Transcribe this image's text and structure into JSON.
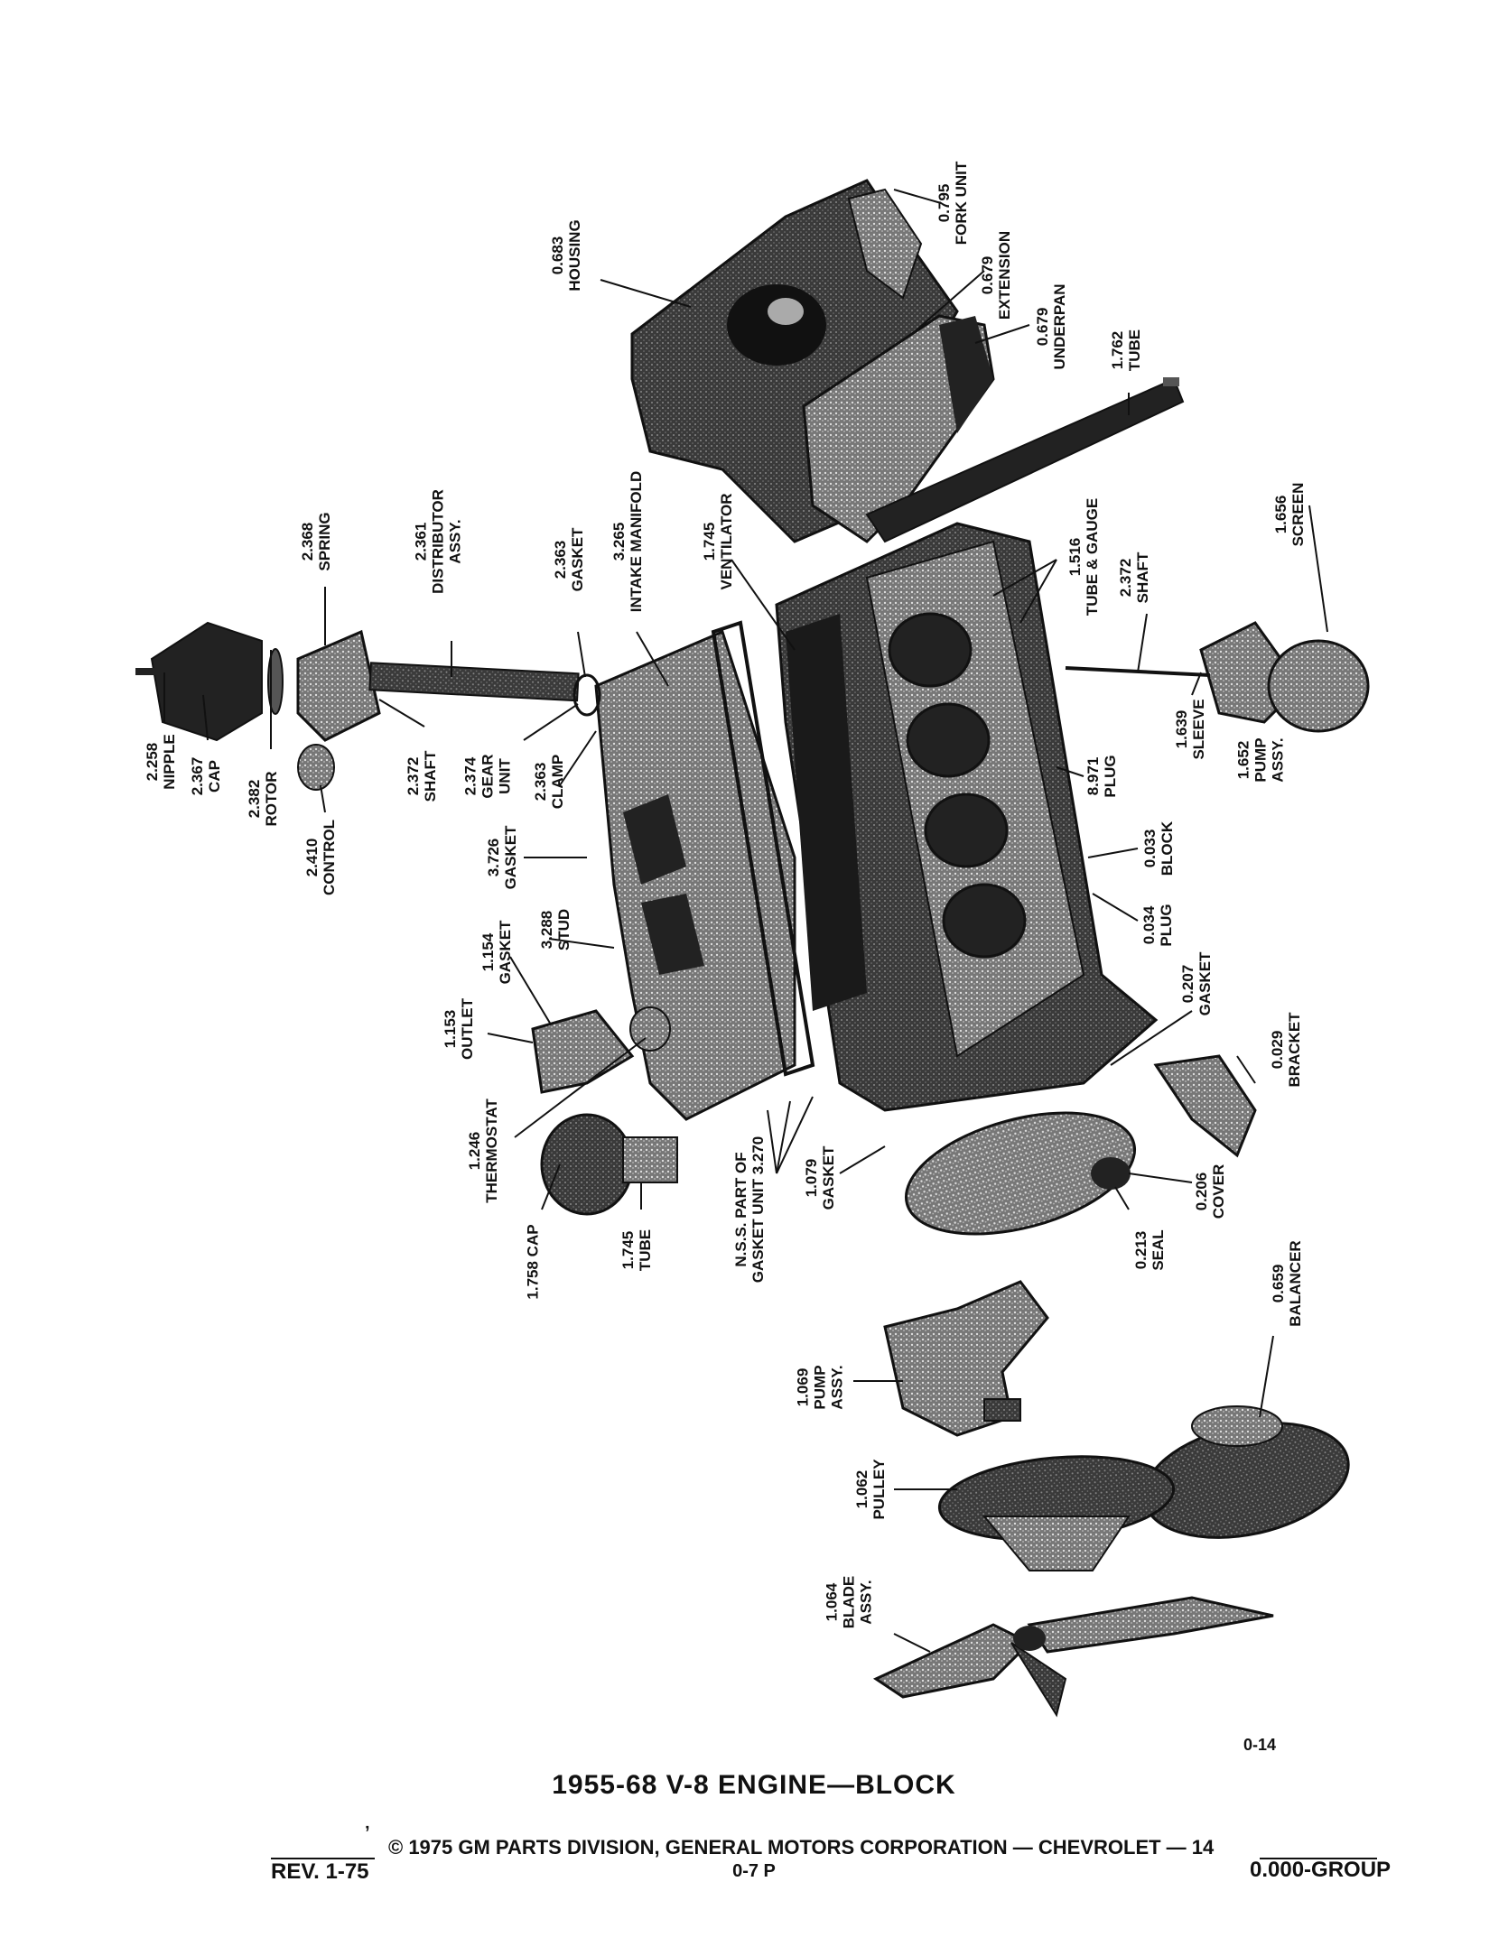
{
  "callouts": [
    {
      "id": "fork-unit",
      "text": "0.795\nFORK UNIT"
    },
    {
      "id": "housing",
      "text": "0.683\nHOUSING"
    },
    {
      "id": "extension",
      "text": "0.679\nEXTENSION"
    },
    {
      "id": "underpan",
      "text": "0.679\nUNDERPAN"
    },
    {
      "id": "tube-1762",
      "text": "1.762\nTUBE"
    },
    {
      "id": "spring",
      "text": "2.368\nSPRING"
    },
    {
      "id": "distributor-assy",
      "text": "2.361\nDISTRIBUTOR\nASSY."
    },
    {
      "id": "gasket-2363",
      "text": "2.363\nGASKET"
    },
    {
      "id": "intake-manifold",
      "text": "3.265\nINTAKE MANIFOLD"
    },
    {
      "id": "ventilator",
      "text": "1.745\nVENTILATOR"
    },
    {
      "id": "tube-gauge",
      "text": "1.516\nTUBE & GAUGE"
    },
    {
      "id": "shaft-2372-right",
      "text": "2.372\nSHAFT"
    },
    {
      "id": "screen",
      "text": "1.656\nSCREEN"
    },
    {
      "id": "nipple",
      "text": "2.258\nNIPPLE"
    },
    {
      "id": "cap-2367",
      "text": "2.367\nCAP"
    },
    {
      "id": "rotor",
      "text": "2.382\nROTOR"
    },
    {
      "id": "control",
      "text": "2.410\nCONTROL"
    },
    {
      "id": "shaft-2372-left",
      "text": "2.372\nSHAFT"
    },
    {
      "id": "gear-unit",
      "text": "2.374\nGEAR\nUNIT"
    },
    {
      "id": "clamp",
      "text": "2.363\nCLAMP"
    },
    {
      "id": "gasket-3726",
      "text": "3.726\nGASKET"
    },
    {
      "id": "stud",
      "text": "3.288\nSTUD"
    },
    {
      "id": "gasket-1154",
      "text": "1.154\nGASKET"
    },
    {
      "id": "outlet",
      "text": "1.153\nOUTLET"
    },
    {
      "id": "thermostat",
      "text": "1.246\nTHERMOSTAT"
    },
    {
      "id": "cap-1758",
      "text": "1.758 CAP"
    },
    {
      "id": "tube-1745",
      "text": "1.745\nTUBE"
    },
    {
      "id": "nss-gasket",
      "text": "N.S.S. PART OF\nGASKET UNIT 3.270"
    },
    {
      "id": "gasket-1079",
      "text": "1.079\nGASKET"
    },
    {
      "id": "plug-8971",
      "text": "8.971\nPLUG"
    },
    {
      "id": "sleeve",
      "text": "1.639\nSLEEVE"
    },
    {
      "id": "pump-assy-1652",
      "text": "1.652\nPUMP\nASSY."
    },
    {
      "id": "block",
      "text": "0.033\nBLOCK"
    },
    {
      "id": "plug-0034",
      "text": "0.034\nPLUG"
    },
    {
      "id": "gasket-0207",
      "text": "0.207\nGASKET"
    },
    {
      "id": "bracket",
      "text": "0.029\nBRACKET"
    },
    {
      "id": "cover",
      "text": "0.206\nCOVER"
    },
    {
      "id": "seal",
      "text": "0.213\nSEAL"
    },
    {
      "id": "balancer",
      "text": "0.659\nBALANCER"
    },
    {
      "id": "pump-assy-1069",
      "text": "1.069\nPUMP\nASSY."
    },
    {
      "id": "pulley",
      "text": "1.062\nPULLEY"
    },
    {
      "id": "blade-assy",
      "text": "1.064\nBLADE\nASSY."
    }
  ],
  "footer": {
    "figure_number": "0-14",
    "title": "1955-68 V-8 ENGINE—BLOCK",
    "copyright": "© 1975 GM PARTS DIVISION, GENERAL MOTORS CORPORATION — CHEVROLET — 14",
    "revision": "REV. 1-75",
    "page_code": "0-7 P",
    "group_code": "0.000-GROUP"
  }
}
